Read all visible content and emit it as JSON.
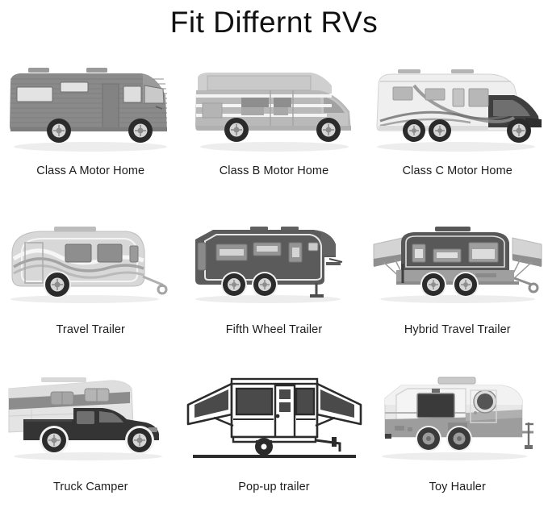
{
  "page": {
    "title": "Fit Differnt RVs",
    "background": "#ffffff",
    "text_color": "#1c1c1c"
  },
  "palette": {
    "body_mid_gray": "#8a8a8a",
    "body_dark_gray": "#595959",
    "body_light_gray": "#d2d2d2",
    "body_white": "#f2f2f2",
    "window_light": "#e8e8e8",
    "window_dark": "#3f3f3f",
    "tire_dark": "#2b2b2b",
    "rim_light": "#d9d9d9",
    "outline": "#222222",
    "shadow": "#e6e6e6"
  },
  "items": [
    {
      "id": "class-a-motor-home",
      "label": "Class A Motor Home",
      "row": 1,
      "col": 1
    },
    {
      "id": "class-b-motor-home",
      "label": "Class B Motor Home",
      "row": 1,
      "col": 2
    },
    {
      "id": "class-c-motor-home",
      "label": "Class C Motor Home",
      "row": 1,
      "col": 3
    },
    {
      "id": "travel-trailer",
      "label": "Travel Trailer",
      "row": 2,
      "col": 1
    },
    {
      "id": "fifth-wheel-trailer",
      "label": "Fifth Wheel Trailer",
      "row": 2,
      "col": 2
    },
    {
      "id": "hybrid-travel-trailer",
      "label": "Hybrid Travel Trailer",
      "row": 2,
      "col": 3
    },
    {
      "id": "truck-camper",
      "label": "Truck Camper",
      "row": 3,
      "col": 1
    },
    {
      "id": "pop-up-trailer",
      "label": "Pop-up trailer",
      "row": 3,
      "col": 2
    },
    {
      "id": "toy-hauler",
      "label": "Toy Hauler",
      "row": 3,
      "col": 3
    }
  ]
}
